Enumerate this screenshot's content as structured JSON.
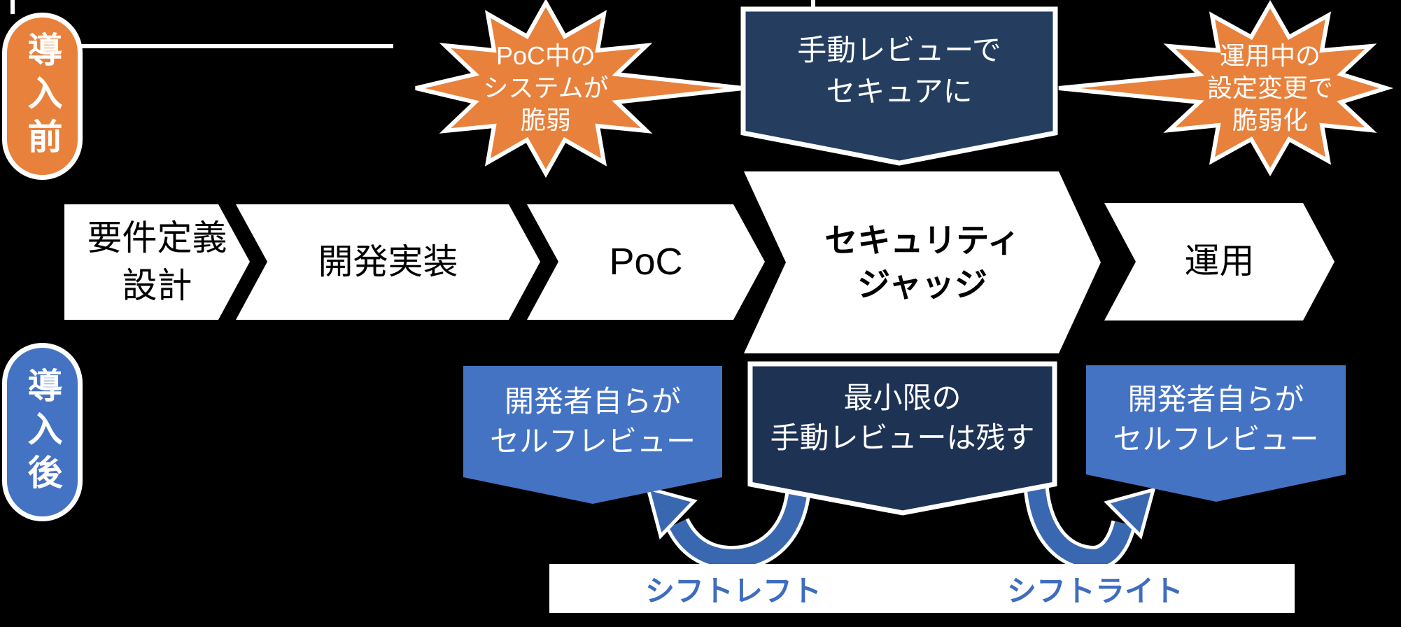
{
  "colors": {
    "orange": "#E8813C",
    "navy": "#253E60",
    "navy_dark": "#1E3254",
    "blue": "#4573C4",
    "arrow_blue": "#3A68B0",
    "label_blue": "#3E6DBF",
    "background": "#000000",
    "shape_text_dark": "#000000",
    "shape_text_light": "#FFFFFF"
  },
  "phase_labels": {
    "before": "導入前",
    "after": "導入後"
  },
  "process_steps": [
    {
      "line1": "要件定義",
      "line2": "設計"
    },
    {
      "line1": "開発実装",
      "line2": ""
    },
    {
      "line1": "PoC",
      "line2": ""
    },
    {
      "line1": "セキュリティ",
      "line2": "ジャッジ"
    },
    {
      "line1": "運用",
      "line2": ""
    }
  ],
  "top_callouts": {
    "poc_risk": {
      "line1": "PoC中の",
      "line2": "システムが",
      "line3": "脆弱"
    },
    "manual_review": {
      "line1": "手動レビューで",
      "line2": "セキュアに"
    },
    "ops_risk": {
      "line1": "運用中の",
      "line2": "設定変更で",
      "line3": "脆弱化"
    }
  },
  "bottom_callouts": {
    "self_review_left": {
      "line1": "開発者自らが",
      "line2": "セルフレビュー"
    },
    "minimal_manual": {
      "line1": "最小限の",
      "line2": "手動レビューは残す"
    },
    "self_review_right": {
      "line1": "開発者自らが",
      "line2": "セルフレビュー"
    }
  },
  "shift_labels": {
    "left": "シフトレフト",
    "right": "シフトライト"
  }
}
